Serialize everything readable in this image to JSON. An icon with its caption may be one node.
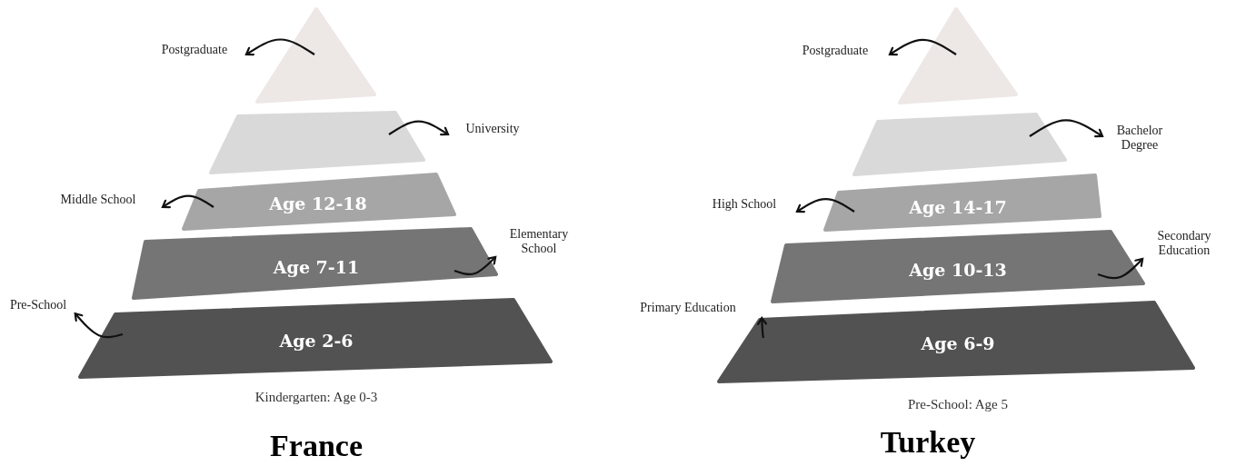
{
  "diagram": {
    "nodes": [
      {
        "text": [],
        "shape": "triangle"
      },
      {
        "text": [],
        "shape": "trapezoid"
      },
      {
        "text": [
          "Age 12-18"
        ]
      },
      {
        "text": [
          "Age 7-11"
        ]
      },
      {
        "text": [
          "Age 2-6"
        ]
      },
      {
        "text": [
          "Postgraduate"
        ]
      },
      {
        "text": [
          "University"
        ]
      },
      {
        "text": [
          "Middle School"
        ]
      },
      {
        "text": [
          "Elementary School"
        ]
      },
      {
        "text": [
          "Pre-School"
        ]
      },
      {
        "text": [],
        "shape": "triangle"
      },
      {
        "text": [],
        "shape": "trapezoid"
      },
      {
        "text": [
          "Age 14-17"
        ]
      },
      {
        "text": [
          "Age 10-13"
        ]
      },
      {
        "text": [
          "Age 6-9"
        ]
      },
      {
        "text": [
          "Postgraduate"
        ]
      },
      {
        "text": [
          "Bachelor Degree"
        ]
      },
      {
        "text": [
          "High School"
        ]
      },
      {
        "text": [
          "Secondary Education"
        ]
      },
      {
        "text": [
          "Primary Education"
        ]
      }
    ],
    "edges": [
      {
        "from": 0,
        "to": 5,
        "arrow": "to"
      },
      {
        "from": 1,
        "to": 6,
        "arrow": "to"
      },
      {
        "from": 2,
        "to": 7,
        "arrow": "to"
      },
      {
        "from": 3,
        "to": 8,
        "arrow": "to"
      },
      {
        "from": 4,
        "to": 9,
        "arrow": "to"
      },
      {
        "from": 10,
        "to": 15,
        "arrow": "to"
      },
      {
        "from": 11,
        "to": 16,
        "arrow": "to"
      },
      {
        "from": 12,
        "to": 17,
        "arrow": "to"
      },
      {
        "from": 13,
        "to": 18,
        "arrow": "to"
      },
      {
        "from": 14,
        "to": 19,
        "arrow": "to"
      }
    ],
    "labels": [
      "Kindergarten: Age 0-3",
      "Pre-School: Age 5",
      "France",
      "Turkey"
    ]
  }
}
